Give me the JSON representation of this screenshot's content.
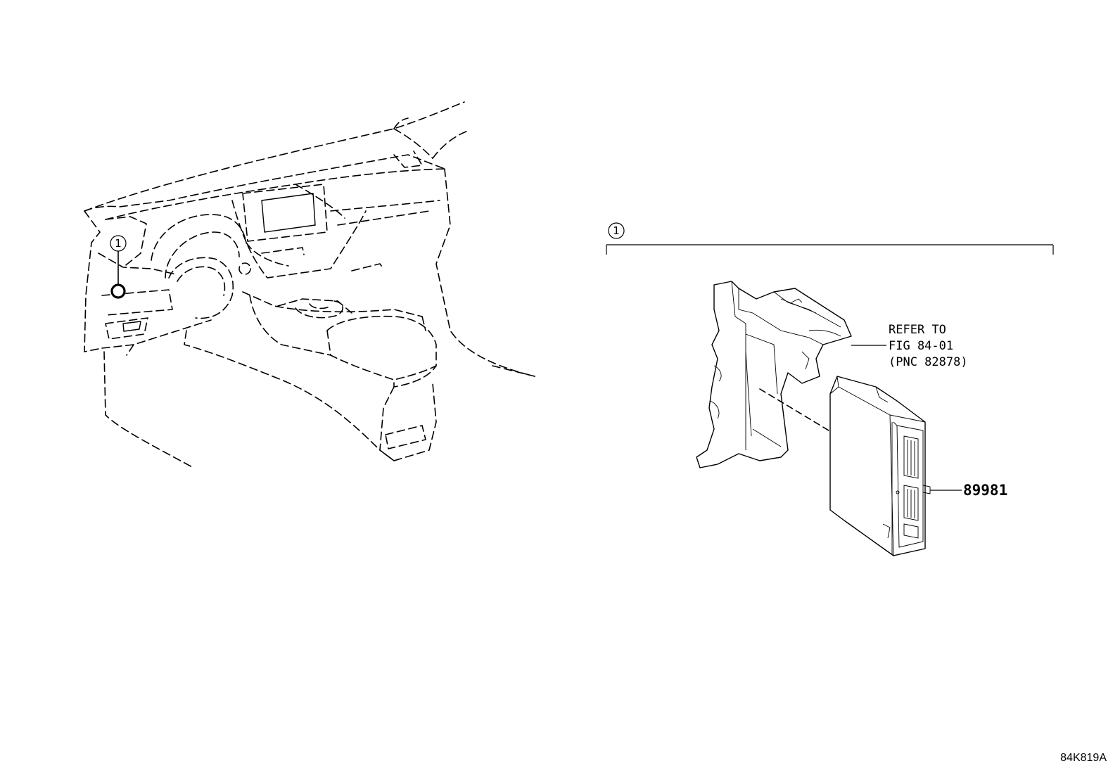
{
  "diagram": {
    "left_callout_number": "1",
    "group_label_number": "1",
    "refer_note": {
      "line1": "REFER TO",
      "line2": "FIG 84-01",
      "line3": "(PNC 82878)"
    },
    "part_number": "89981",
    "figure_id": "84K819A"
  }
}
